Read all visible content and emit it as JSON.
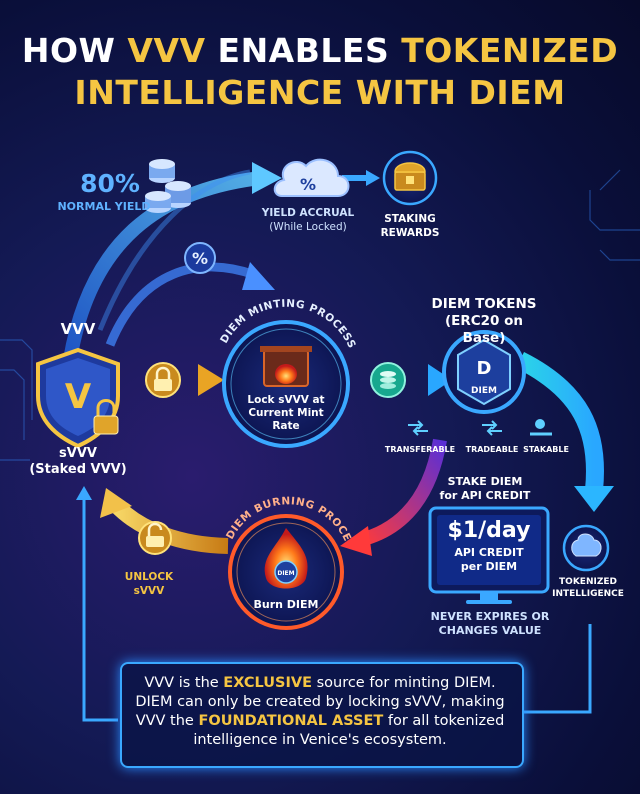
{
  "title": {
    "l1a": "HOW ",
    "l1b": "VVV",
    "l1c": " ENABLES ",
    "l1d": "TOKENIZED",
    "l2a": "INTELLIGENCE WITH ",
    "l2b": "DIEM"
  },
  "yield": {
    "pct": "80%",
    "normal": "NORMAL YIELD",
    "accrual_line1": "YIELD ACCRUAL",
    "accrual_line2": "(While Locked)",
    "pct_symbol": "%",
    "rewards_line1": "STAKING",
    "rewards_line2": "REWARDS"
  },
  "vvv": {
    "label": "VVV",
    "shield_letter": "V",
    "svvv": "sVVV",
    "staked": "(Staked VVV)"
  },
  "minting": {
    "arc_label": "DIEM MINTING PROCESS",
    "line1": "Lock sVVV at",
    "line2": "Current Mint",
    "line3": "Rate"
  },
  "tokens": {
    "title": "DIEM TOKENS",
    "subtitle": "(ERC20 on Base)",
    "coin_label": "DIEM",
    "coin_letter": "D",
    "transferable": "TRANSFERABLE",
    "tradeable": "TRADEABLE",
    "stakable": "STAKABLE"
  },
  "stake": {
    "line1": "STAKE DIEM",
    "line2": "for API CREDIT"
  },
  "credit": {
    "price": "$1/day",
    "line1": "API CREDIT",
    "line2": "per DIEM",
    "note1": "NEVER EXPIRES OR",
    "note2": "CHANGES VALUE"
  },
  "tokenized": {
    "line1": "TOKENIZED",
    "line2": "INTELLIGENCE"
  },
  "burning": {
    "arc_label": "DIEM BURNING PROCESS",
    "coin": "DIEM",
    "text": "Burn DIEM"
  },
  "unlock": {
    "line1": "UNLOCK",
    "line2": "sVVV"
  },
  "summary": {
    "s1": "VVV is the ",
    "s2": "EXCLUSIVE",
    "s3": " source for minting DIEM.",
    "s4": "DIEM can only be created by locking sVVV, making",
    "s5": "VVV the ",
    "s6": "FOUNDATIONAL ASSET",
    "s7": " for all tokenized",
    "s8": "intelligence in Venice's ecosystem."
  },
  "colors": {
    "gold": "#f5c542",
    "blue": "#3aa8ff",
    "red": "#e8402a",
    "bg": "#0a0f3a"
  }
}
